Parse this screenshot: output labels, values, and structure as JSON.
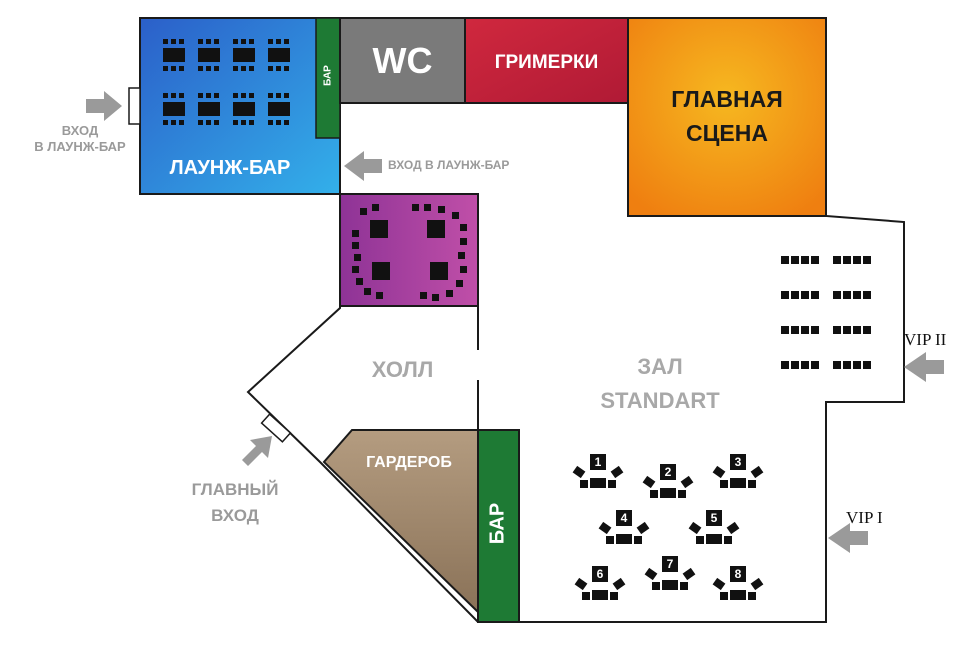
{
  "rooms": {
    "lounge_bar": "ЛАУНЖ-БАР",
    "lounge_small_bar": "БАР",
    "wc": "WC",
    "dressing_rooms": "ГРИМЕРКИ",
    "main_stage_line1": "ГЛАВНАЯ",
    "main_stage_line2": "СЦЕНА",
    "hall": "ХОЛЛ",
    "standart_line1": "ЗАЛ",
    "standart_line2": "STANDART",
    "wardrobe": "ГАРДЕРОБ",
    "bar": "БАР"
  },
  "entrances": {
    "lounge_left_line1": "ВХОД",
    "lounge_left_line2": "В ЛАУНЖ-БАР",
    "lounge_right": "ВХОД В ЛАУНЖ-БАР",
    "main_line1": "ГЛАВНЫЙ",
    "main_line2": "ВХОД",
    "vip2": "VIP II",
    "vip1": "VIP I"
  },
  "tables": [
    "1",
    "2",
    "3",
    "4",
    "5",
    "6",
    "7",
    "8"
  ],
  "colors": {
    "lounge_blue": "#2f6fd0",
    "lounge_light": "#2fa6e6",
    "bar_green": "#1e7a34",
    "wc_grey": "#7a7a7a",
    "dressing_red": "#c2203c",
    "stage_orange": "#f08a10",
    "stage_yellow": "#f6b51e",
    "vip_purple": "#9c3a9c",
    "wardrobe_brown": "#a88f72",
    "arrow_grey": "#9a9a9a"
  }
}
